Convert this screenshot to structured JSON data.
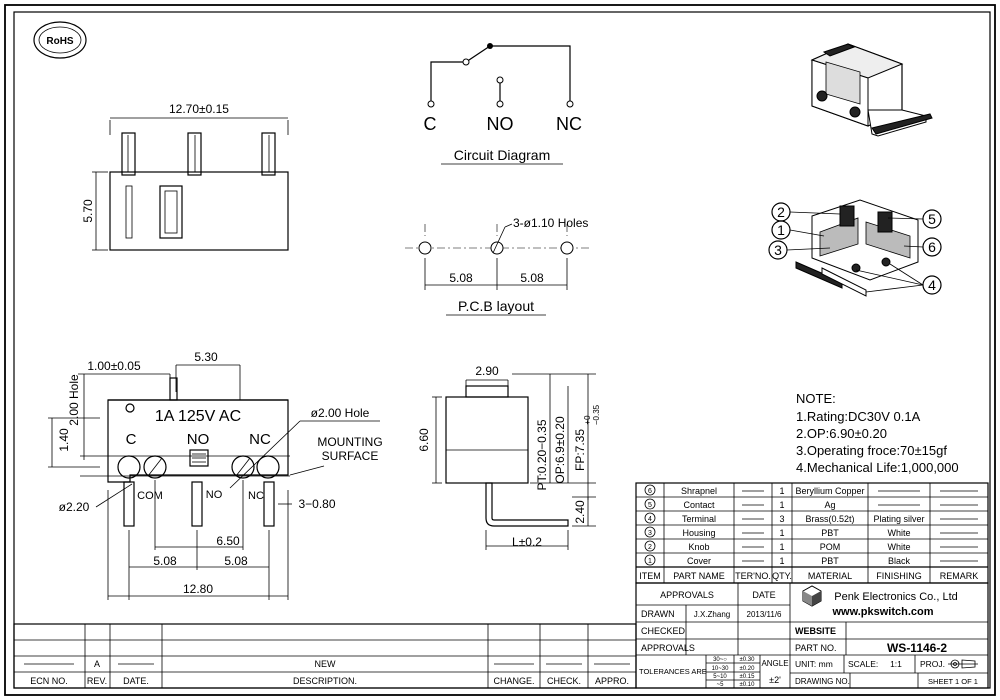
{
  "badge": {
    "text": "RoHS"
  },
  "circuit": {
    "title": "Circuit Diagram",
    "labels": [
      "C",
      "NO",
      "NC"
    ]
  },
  "pcb": {
    "holes_label": "3-ø1.10 Holes",
    "dim_left": "5.08",
    "dim_right": "5.08",
    "title": "P.C.B layout"
  },
  "top_view": {
    "width_dim": "12.70±0.15",
    "height_dim": "5.70"
  },
  "front_view": {
    "dim_top_left": "1.00±0.05",
    "dim_top_right": "5.30",
    "hole_label": "2.00 Hole",
    "dim_left": "1.40",
    "hole_right_label": "ø2.00 Hole",
    "rating": "1A 125V AC",
    "label_c": "C",
    "label_no": "NO",
    "label_nc": "NC",
    "mounting": "MOUNTING",
    "surface": "SURFACE",
    "com": "COM",
    "no_pin": "NO",
    "nc_pin": "NC",
    "dim_080": "3−0.80",
    "dim_220": "ø2.20",
    "dim_650": "6.50",
    "dim_508a": "5.08",
    "dim_508b": "5.08",
    "dim_1280": "12.80"
  },
  "side_view": {
    "dim_290": "2.90",
    "dim_660": "6.60",
    "pt": "PT:0.20−0.35",
    "op": "OP:6.9±0.20",
    "fp": "FP:7.35",
    "fp_tol": "−0.35",
    "fp_tol_top": "+0",
    "dim_240": "2.40",
    "dim_l": "L±0.2"
  },
  "exploded": {
    "callouts": [
      "1",
      "2",
      "3",
      "4",
      "5",
      "6"
    ]
  },
  "notes": {
    "title": "NOTE:",
    "items": [
      "1.Rating:DC30V  0.1A",
      "2.OP:6.90±0.20",
      "3.Operating froce:70±15gf",
      "4.Mechanical  Life:1,000,000"
    ]
  },
  "parts_table": {
    "rows": [
      {
        "num": "6",
        "name": "Shrapnel",
        "qty": "1",
        "material": "Beryllium  Copper",
        "finishing": ""
      },
      {
        "num": "5",
        "name": "Contact",
        "qty": "1",
        "material": "Ag",
        "finishing": ""
      },
      {
        "num": "4",
        "name": "Terminal",
        "qty": "3",
        "material": "Brass(0.52t)",
        "finishing": "Plating silver"
      },
      {
        "num": "3",
        "name": "Housing",
        "qty": "1",
        "material": "PBT",
        "finishing": "White"
      },
      {
        "num": "2",
        "name": "Knob",
        "qty": "1",
        "material": "POM",
        "finishing": "White"
      },
      {
        "num": "1",
        "name": "Cover",
        "qty": "1",
        "material": "PBT",
        "finishing": "Black"
      }
    ],
    "headers": {
      "item": "ITEM",
      "part_name": "PART NAME",
      "ter_no": "TER'NO.",
      "qty": "QTY.",
      "material": "MATERIAL",
      "finishing": "FINISHING",
      "remark": "REMARK"
    }
  },
  "title_block": {
    "approvals": "APPROVALS",
    "date": "DATE",
    "company": "Penk Electronics Co., Ltd",
    "website_url": "www.pkswitch.com",
    "drawn": "DRAWN",
    "drawn_by": "J.X.Zhang",
    "drawn_date": "2013/11/6",
    "checked": "CHECKED",
    "website": "WEBSITE",
    "approvals2": "APPROVALS",
    "part_no": "PART NO.",
    "part_no_value": "WS-1146-2",
    "tolerances": "TOLERANCES ARE",
    "tol_rows": [
      [
        "30~○",
        "±0.30"
      ],
      [
        "10~30",
        "±0.20"
      ],
      [
        "5~10",
        "±0.15"
      ],
      [
        "~5",
        "±0.10"
      ]
    ],
    "angle": "ANGLE",
    "angle_value": "±2'",
    "unit": "UNIT: mm",
    "scale": "SCALE:",
    "scale_value": "1:1",
    "proj": "PROJ.",
    "drawing_no": "DRAWING NO.",
    "sheet": "SHEET  1  OF  1"
  },
  "revision_block": {
    "rev": "A",
    "description": "NEW",
    "headers": [
      "ECN NO.",
      "REV.",
      "DATE.",
      "DESCRIPTION.",
      "CHANGE.",
      "CHECK.",
      "APPRO."
    ]
  }
}
